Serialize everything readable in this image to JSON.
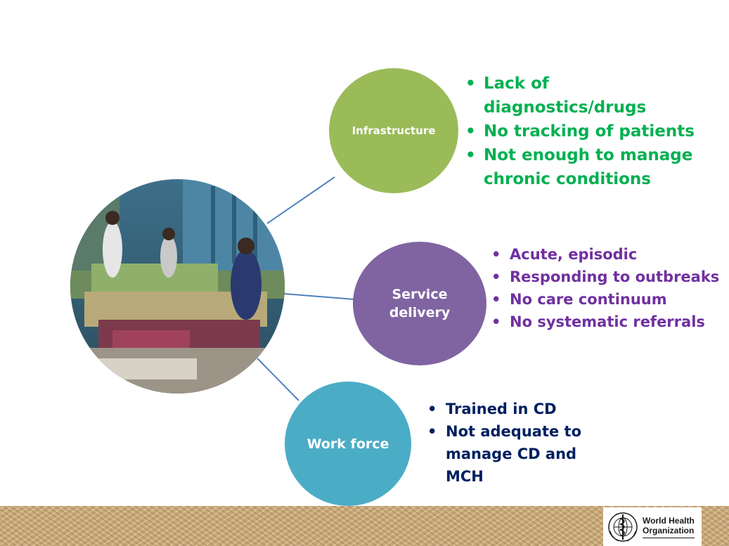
{
  "nodes": {
    "infrastructure": {
      "label": "Infrastructure",
      "color": "#9bbb59"
    },
    "service_delivery": {
      "label_line1": "Service",
      "label_line2": "delivery",
      "color": "#8064a2"
    },
    "work_force": {
      "label": "Work force",
      "color": "#4bacc6"
    }
  },
  "lists": {
    "infrastructure": {
      "color": "#00b050",
      "items": [
        "Lack of diagnostics/drugs",
        "No tracking of patients",
        "Not enough to manage chronic conditions"
      ]
    },
    "service_delivery": {
      "color": "#7030a0",
      "items": [
        "Acute, episodic",
        "Responding to outbreaks",
        "No care continuum",
        "No systematic referrals"
      ]
    },
    "work_force": {
      "color": "#002060",
      "items": [
        "Trained in CD",
        "Not adequate to manage CD and MCH"
      ]
    }
  },
  "connector_color": "#4f81bd",
  "footer": {
    "logo_line1": "World Health",
    "logo_line2": "Organization",
    "logo_icon": "who-emblem-icon"
  }
}
